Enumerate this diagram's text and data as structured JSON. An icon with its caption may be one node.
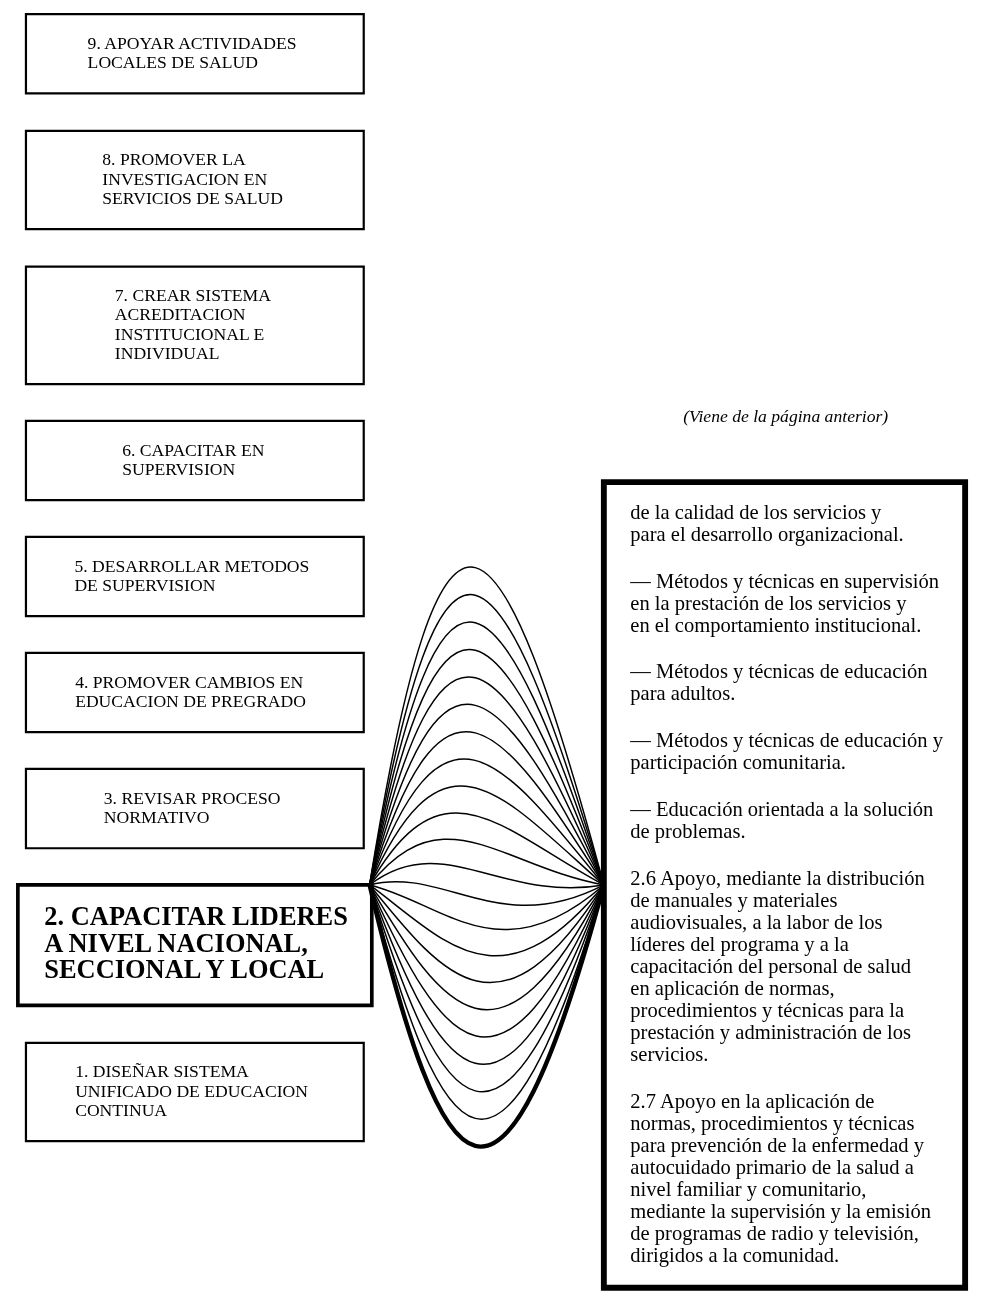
{
  "diagram": {
    "nodes": [
      {
        "text": [
          "1. DISEÑAR SISTEMA UNIFICADO DE EDUCACION CONTINUA"
        ]
      },
      {
        "text": [
          "2. CAPACITAR LIDERES A NIVEL NACIONAL, SECCIONAL Y LOCAL"
        ]
      },
      {
        "text": [
          "3. REVISAR PROCESO NORMATIVO"
        ]
      },
      {
        "text": [
          "4. PROMOVER CAMBIOS EN EDUCACION DE PREGRADO"
        ]
      },
      {
        "text": [
          "5. DESARROLLAR METODOS DE SUPERVISION"
        ]
      },
      {
        "text": [
          "6. CAPACITAR EN SUPERVISION"
        ]
      },
      {
        "text": [
          "7. CREAR SISTEMA ACREDITACION INSTITUCIONAL E INDIVIDUAL"
        ]
      },
      {
        "text": [
          "8. PROMOVER LA INVESTIGACION EN SERVICIOS DE SALUD"
        ]
      },
      {
        "text": [
          "9. APOYAR ACTIVIDADES LOCALES DE SALUD"
        ]
      },
      {
        "text": [
          "de la calidad de los servicios y para el desarrollo organizacional.",
          "— Métodos y técnicas en supervisión en la prestación de los servicios y en el comportamiento institucional.",
          "— Métodos y técnicas de educación para adultos.",
          "— Métodos y técnicas de educación y participación comunitaria.",
          "— Educación orientada a la solución de problemas.",
          "2.6 Apoyo, mediante la distribución de manuales y materiales audiovisuales, a la labor de los líderes del programa y a la capacitación del personal de salud en aplicación de normas, procedimientos y técnicas para la prestación y administración de los servicios.",
          "2.7 Apoyo en la aplicación de normas, procedimientos y técnicas para prevención de la enfermedad y autocuidado primario de la salud a nivel familiar y comunitario, mediante la supervisión y la emisión de programas de radio y televisión, dirigidos a la comunidad."
        ]
      }
    ],
    "edges": [
      {
        "from": 1,
        "to": 9,
        "arrow": "none",
        "style": "thick"
      },
      {
        "from": 1,
        "to": 9,
        "arrow": "none"
      },
      {
        "from": 1,
        "to": 9,
        "arrow": "none"
      },
      {
        "from": 1,
        "to": 9,
        "arrow": "none"
      },
      {
        "from": 1,
        "to": 9,
        "arrow": "none"
      },
      {
        "from": 1,
        "to": 9,
        "arrow": "none"
      },
      {
        "from": 1,
        "to": 9,
        "arrow": "none"
      },
      {
        "from": 1,
        "to": 9,
        "arrow": "none"
      },
      {
        "from": 1,
        "to": 9,
        "arrow": "none"
      },
      {
        "from": 1,
        "to": 9,
        "arrow": "none"
      },
      {
        "from": 1,
        "to": 9,
        "arrow": "none"
      },
      {
        "from": 1,
        "to": 9,
        "arrow": "none"
      },
      {
        "from": 1,
        "to": 9,
        "arrow": "none"
      },
      {
        "from": 1,
        "to": 9,
        "arrow": "none"
      },
      {
        "from": 1,
        "to": 9,
        "arrow": "none"
      },
      {
        "from": 1,
        "to": 9,
        "arrow": "none"
      },
      {
        "from": 1,
        "to": 9,
        "arrow": "none"
      },
      {
        "from": 1,
        "to": 9,
        "arrow": "none"
      },
      {
        "from": 1,
        "to": 9,
        "arrow": "none"
      },
      {
        "from": 1,
        "to": 9,
        "arrow": "none"
      },
      {
        "from": 1,
        "to": 9,
        "arrow": "none"
      },
      {
        "from": 1,
        "to": 9,
        "arrow": "none"
      }
    ],
    "labels": [
      "(Viene de la página anterior)"
    ]
  }
}
